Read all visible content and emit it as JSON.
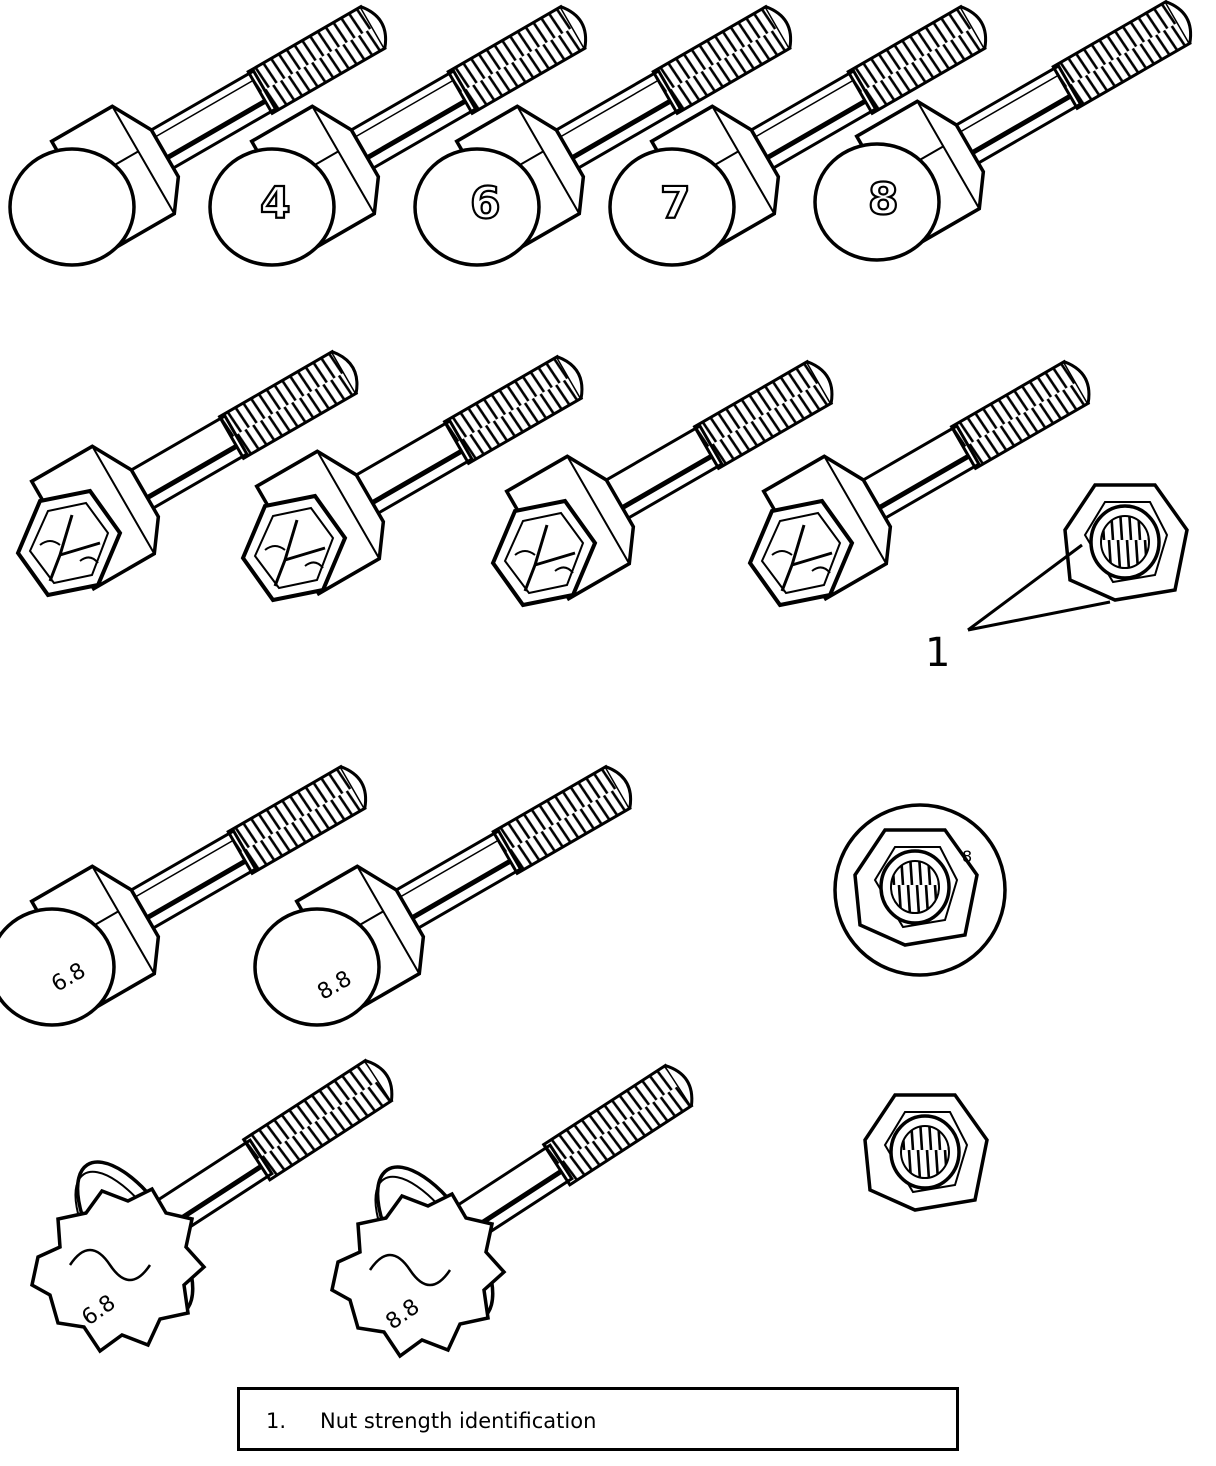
{
  "figure": {
    "callout_label": "1",
    "head_markings_row1": [
      "4",
      "6",
      "7",
      "8"
    ],
    "head_markings_row3": [
      "6.8",
      "8.8"
    ],
    "head_markings_row4": [
      "6.8",
      "8.8"
    ],
    "flange_nut_marking": "8"
  },
  "legend": {
    "items": [
      {
        "number": "1.",
        "text": "Nut strength identification"
      }
    ]
  },
  "colors": {
    "line": "#000000",
    "background": "#ffffff"
  }
}
